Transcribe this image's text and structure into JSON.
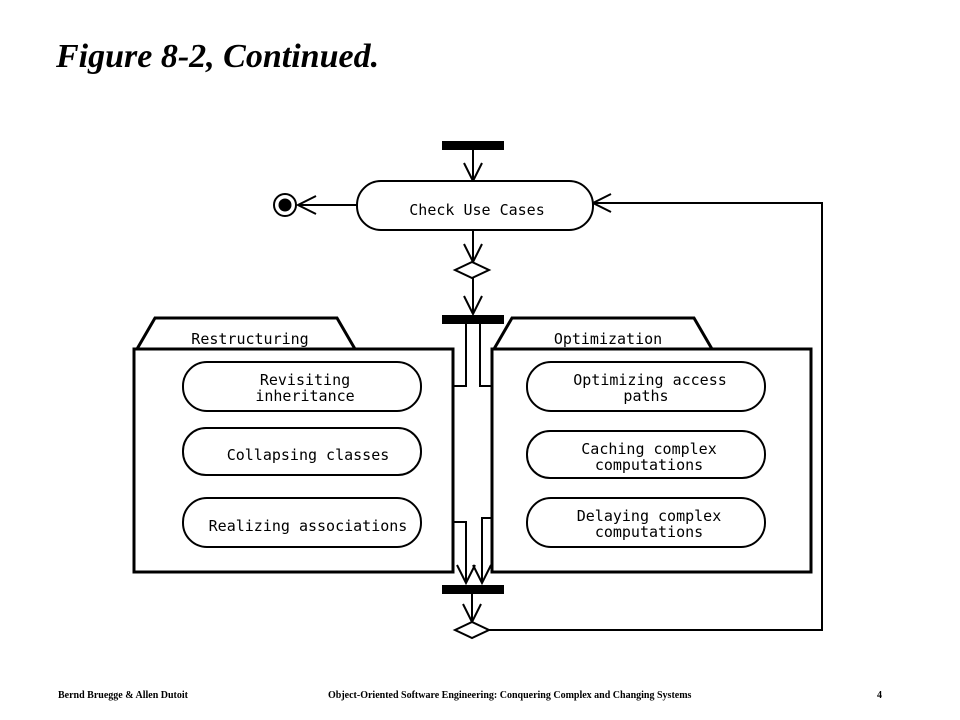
{
  "title": "Figure 8-2, Continued.",
  "nodes": {
    "check_use_cases": "Check Use Cases",
    "restructuring": {
      "label": "Restructuring",
      "activities": [
        [
          "Revisiting",
          "inheritance"
        ],
        [
          "Collapsing classes"
        ],
        [
          "Realizing associations"
        ]
      ]
    },
    "optimization": {
      "label": "Optimization",
      "activities": [
        [
          "Optimizing access",
          "paths"
        ],
        [
          "Caching complex",
          "computations"
        ],
        [
          "Delaying complex",
          "computations"
        ]
      ]
    }
  },
  "footer": {
    "authors": "Bernd Bruegge & Allen Dutoit",
    "book": "Object-Oriented Software Engineering: Conquering Complex and Changing Systems",
    "page": "4"
  }
}
